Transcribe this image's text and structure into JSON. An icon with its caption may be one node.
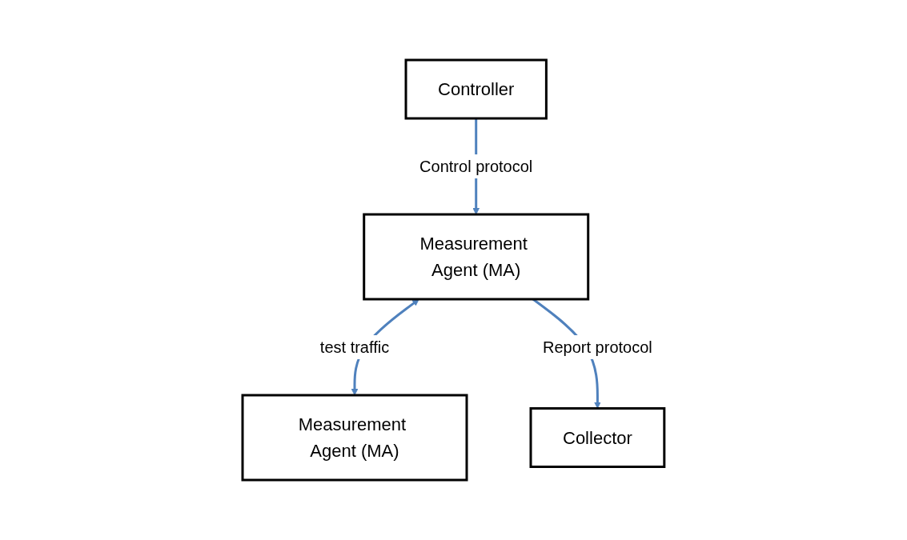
{
  "diagram": {
    "nodes": [
      {
        "text": [
          "Measurement Agent (MA)"
        ]
      },
      {
        "text": [
          "Measurement Agent (MA)"
        ]
      },
      {
        "text": [
          "Controller"
        ]
      },
      {
        "text": [
          "Collector"
        ]
      }
    ],
    "edges": [
      {
        "from": 0,
        "to": 1,
        "arrow": "both",
        "label": "test traffic"
      },
      {
        "from": 2,
        "to": 0,
        "arrow": "to",
        "label": "Control protocol"
      },
      {
        "from": 0,
        "to": 3,
        "arrow": "to",
        "label": "Report protocol"
      }
    ]
  }
}
